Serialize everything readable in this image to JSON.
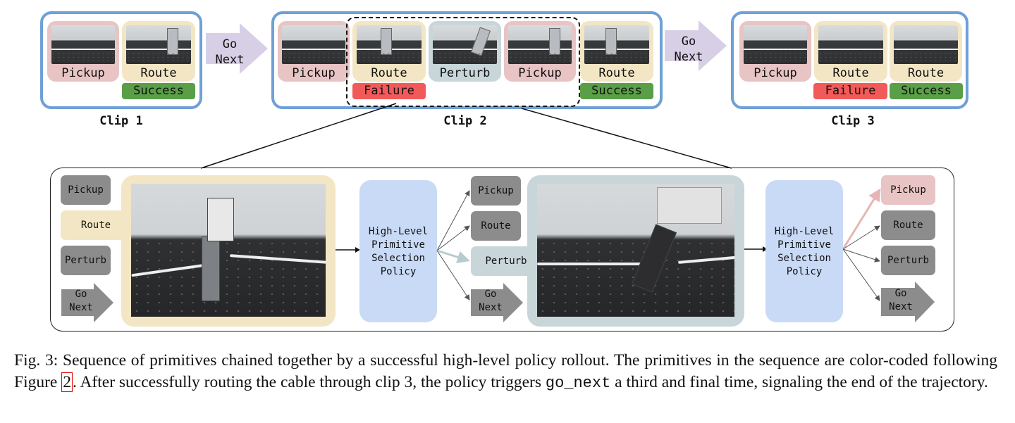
{
  "clips": [
    {
      "title": "Clip 1",
      "steps": [
        {
          "label": "Pickup",
          "type": "pickup",
          "outcome": null
        },
        {
          "label": "Route",
          "type": "route",
          "outcome": "Success"
        }
      ]
    },
    {
      "title": "Clip 2",
      "steps": [
        {
          "label": "Pickup",
          "type": "pickup",
          "outcome": null
        },
        {
          "label": "Route",
          "type": "route",
          "outcome": "Failure"
        },
        {
          "label": "Perturb",
          "type": "perturb",
          "outcome": null
        },
        {
          "label": "Pickup",
          "type": "pickup",
          "outcome": null
        },
        {
          "label": "Route",
          "type": "route",
          "outcome": "Success"
        }
      ]
    },
    {
      "title": "Clip 3",
      "steps": [
        {
          "label": "Pickup",
          "type": "pickup",
          "outcome": null
        },
        {
          "label": "Route",
          "type": "route",
          "outcome": "Failure"
        },
        {
          "label": "Route",
          "type": "route",
          "outcome": "Success"
        }
      ]
    }
  ],
  "go_next": {
    "line1": "Go",
    "line2": "Next"
  },
  "detail": {
    "stage1": {
      "primitives": [
        "Pickup",
        "Route",
        "Perturb"
      ],
      "go_next": {
        "line1": "Go",
        "line2": "Next"
      },
      "selected": "Route"
    },
    "policy_label": [
      "High-Level",
      "Primitive",
      "Selection",
      "Policy"
    ],
    "stage2": {
      "primitives": [
        "Pickup",
        "Route",
        "Perturb"
      ],
      "go_next": {
        "line1": "Go",
        "line2": "Next"
      },
      "selected": "Perturb"
    },
    "stage3": {
      "primitives": [
        "Pickup",
        "Route",
        "Perturb"
      ],
      "go_next": {
        "line1": "Go",
        "line2": "Next"
      },
      "selected": "Pickup"
    }
  },
  "colors": {
    "pickup": "#e8c4c4",
    "route": "#f3e6c4",
    "perturb": "#c8d6da",
    "success": "#5a9e47",
    "failure": "#f25a5a",
    "clip_border": "#6fa0d6",
    "go_next_arrow": "#d7cfe6",
    "policy": "#c9daf6",
    "unselected": "#8c8c8c"
  },
  "caption": {
    "prefix": "Fig. 3: Sequence of primitives chained together by a successful high-level policy rollout. The primitives in the sequence are color-coded following Figure ",
    "ref": "2",
    "middle": ". After successfully routing the cable through clip 3, the policy triggers ",
    "code": "go_next",
    "suffix": " a third and final time, signaling the end of the trajectory."
  }
}
